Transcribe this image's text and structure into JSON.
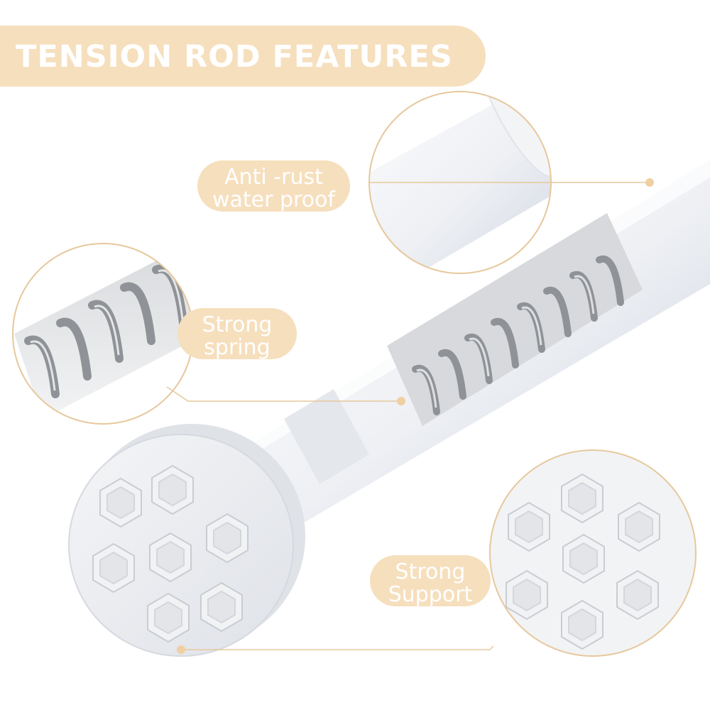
{
  "title": "TENSION ROD FEATURES",
  "callouts": {
    "rust": {
      "line1": "Anti -rust",
      "line2": "water proof",
      "icon": "rod-tube-closeup"
    },
    "spring": {
      "line1": "Strong",
      "line2": "spring",
      "icon": "spring-closeup"
    },
    "support": {
      "line1": "Strong",
      "line2": "Support",
      "icon": "hex-pad-closeup"
    }
  },
  "colors": {
    "accent": "#f6dfbd",
    "text": "#ffffff",
    "rod": "#eef0f3",
    "spring": "#8f9398",
    "leader": "#e6c89c"
  }
}
